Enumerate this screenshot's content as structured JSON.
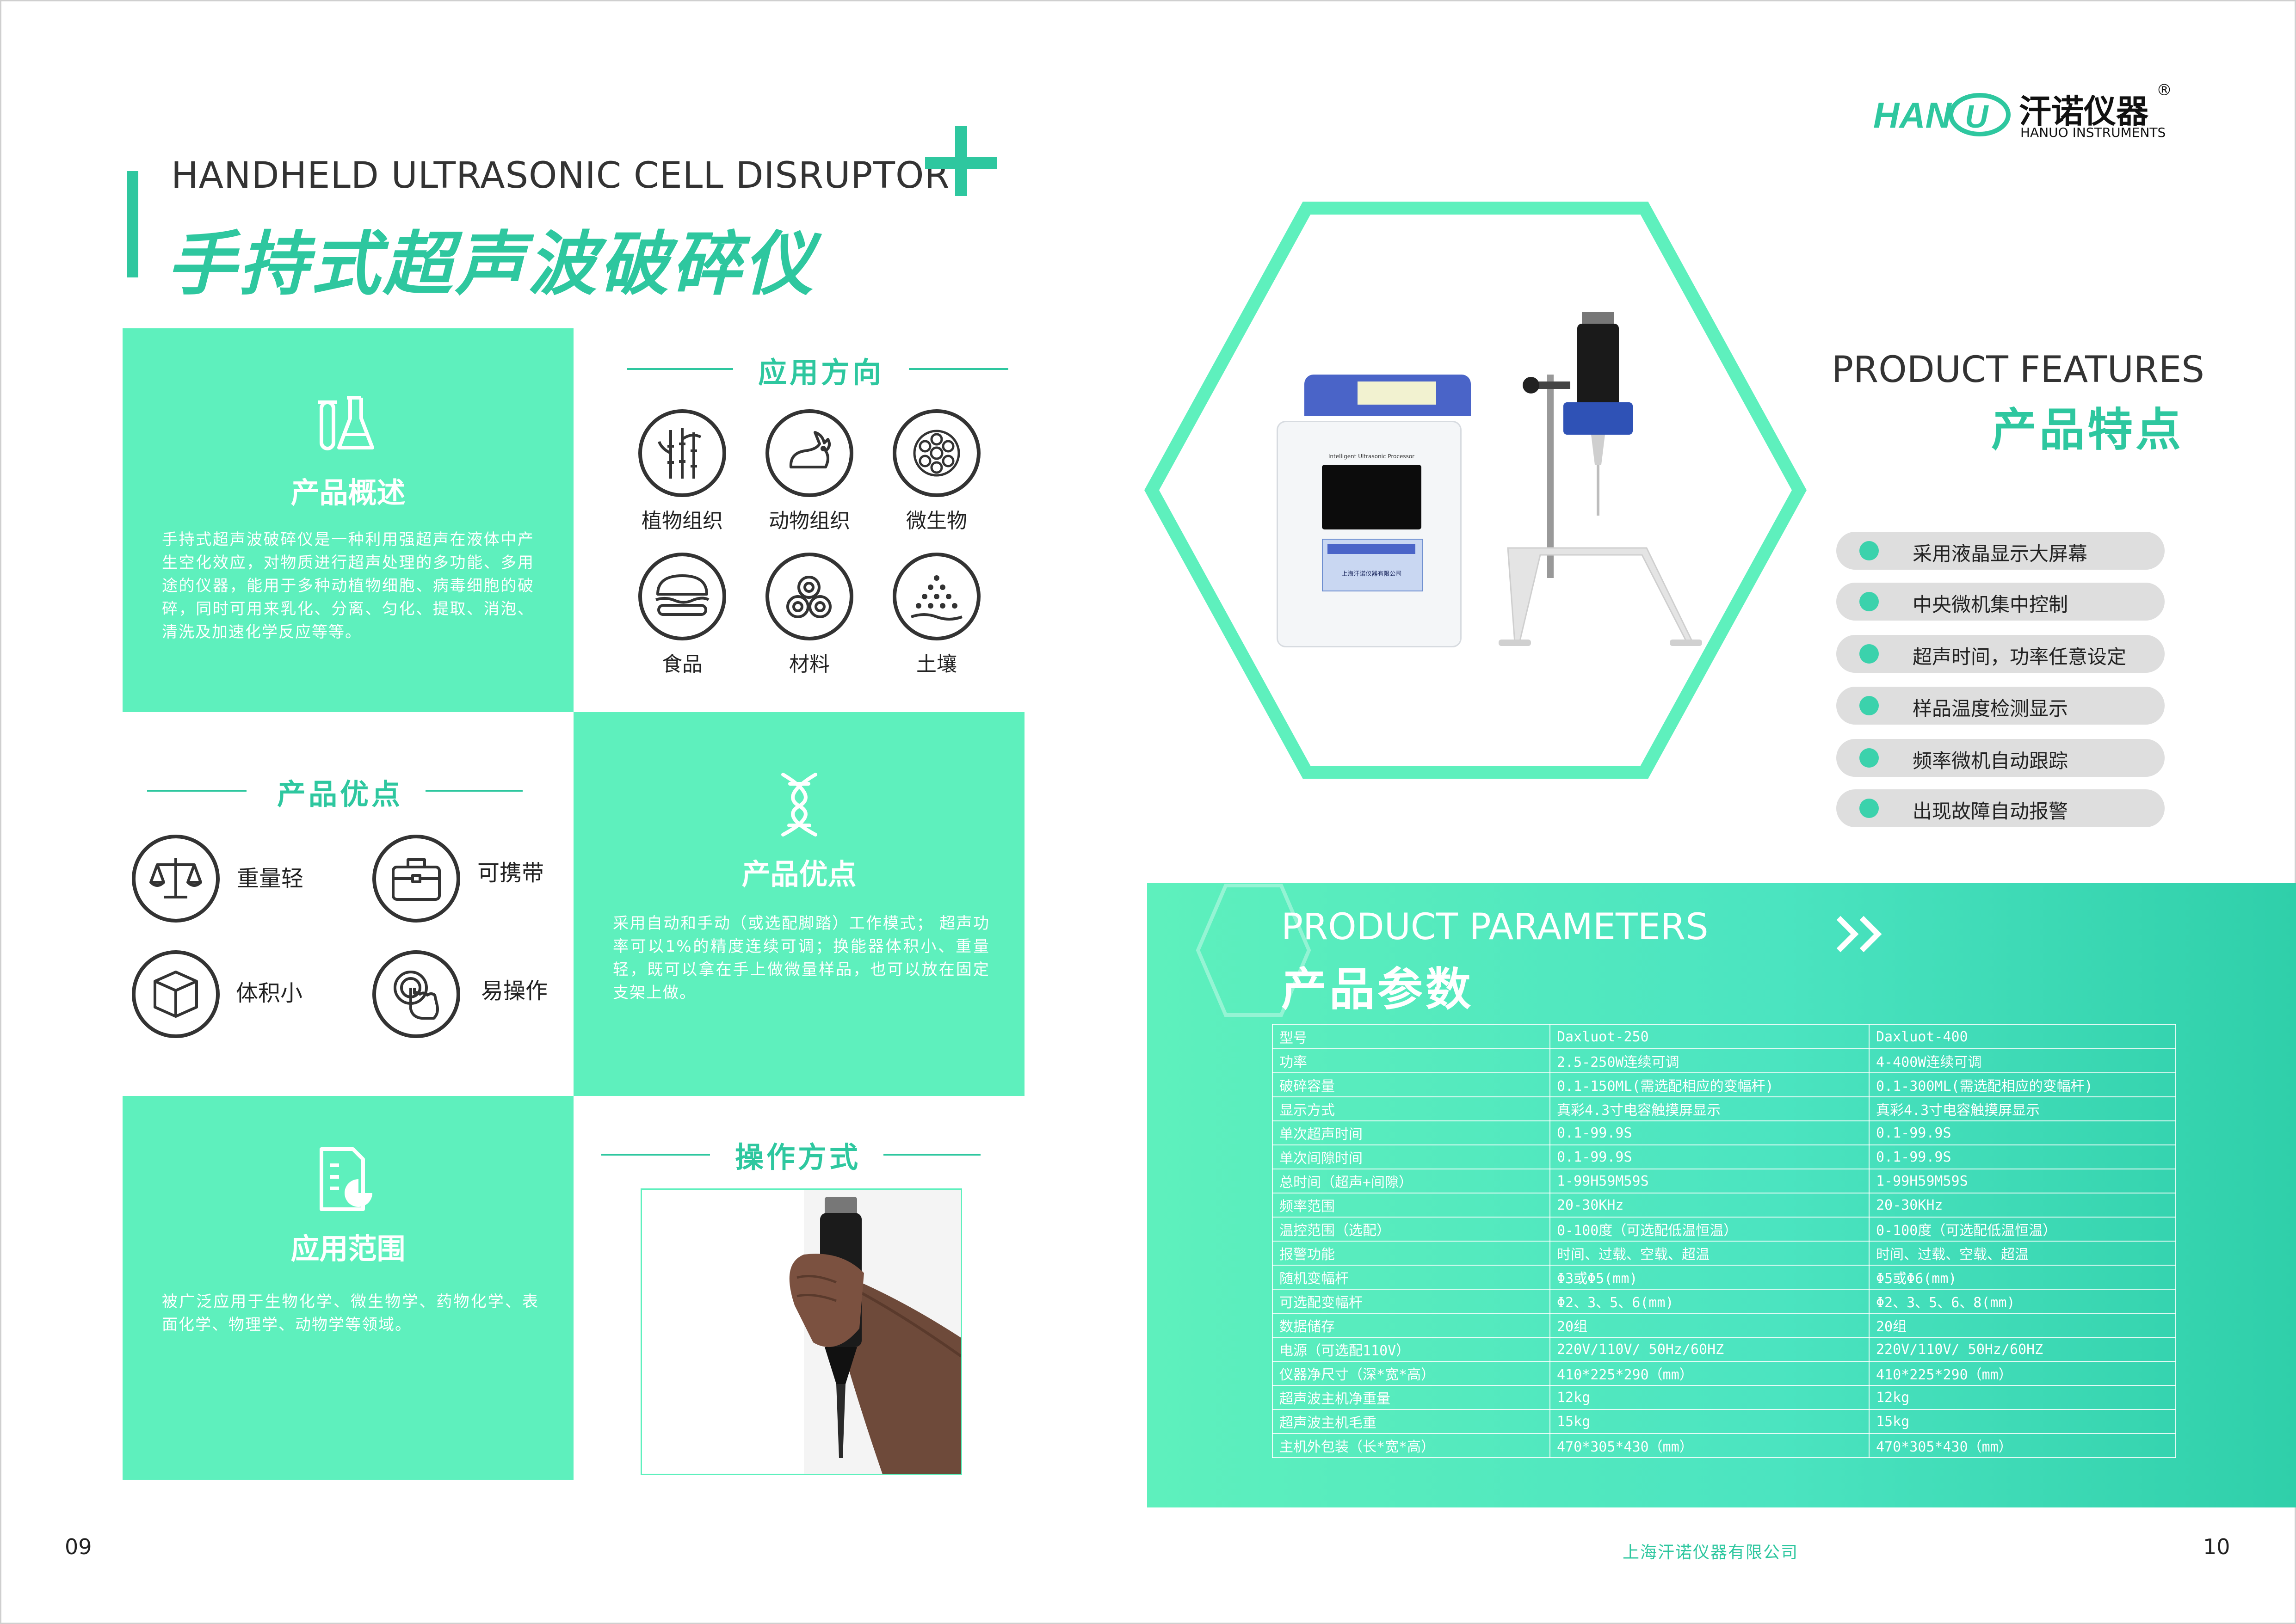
{
  "header": {
    "title_en": "HANDHELD ULTRASONIC CELL DISRUPTOR",
    "title_cn": "手持式超声波破碎仪"
  },
  "logo": {
    "mark": "HANU",
    "name_cn": "汗诺仪器",
    "registered": "®",
    "name_en": "HANUO INSTRUMENTS"
  },
  "overview": {
    "title": "产品概述",
    "icon": "flask-icon",
    "text": "手持式超声波破碎仪是一种利用强超声在液体中产生空化效应，对物质进行超声处理的多功能、多用途的仪器，能用于多种动植物细胞、病毒细胞的破碎，同时可用来乳化、分离、匀化、提取、消泡、清洗及加速化学反应等等。"
  },
  "applications": {
    "heading": "应用方向",
    "items": [
      {
        "label": "植物组织",
        "icon": "bamboo-icon"
      },
      {
        "label": "动物组织",
        "icon": "rabbit-icon"
      },
      {
        "label": "微生物",
        "icon": "microbe-icon"
      },
      {
        "label": "食品",
        "icon": "burger-icon"
      },
      {
        "label": "材料",
        "icon": "pipes-icon"
      },
      {
        "label": "土壤",
        "icon": "soil-icon"
      }
    ]
  },
  "advantages": {
    "heading": "产品优点",
    "items": [
      {
        "label": "重量轻",
        "icon": "scale-icon"
      },
      {
        "label": "可携带",
        "icon": "briefcase-icon"
      },
      {
        "label": "体积小",
        "icon": "cube-icon"
      },
      {
        "label": "易操作",
        "icon": "touch-icon"
      }
    ]
  },
  "advantages_block": {
    "title": "产品优点",
    "icon": "dna-icon",
    "text": "采用自动和手动（或选配脚踏）工作模式；  超声功率可以1%的精度连续可调；换能器体积小、重量轻，既可以拿在手上做微量样品，也可以放在固定支架上做。"
  },
  "scope": {
    "title": "应用范围",
    "icon": "report-icon",
    "text": "被广泛应用于生物化学、微生物学、药物化学、表面化学、物理学、动物学等领域。"
  },
  "operation": {
    "heading": "操作方式",
    "image": "handheld-probe-photo"
  },
  "product_image": {
    "device_label": "Intelligent Ultrasonic Processor",
    "device_company": "上海汗诺仪器有限公司"
  },
  "features": {
    "title_en": "PRODUCT FEATURES",
    "title_cn": "产品特点",
    "items": [
      "采用液晶显示大屏幕",
      "中央微机集中控制",
      "超声时间，功率任意设定",
      "样品温度检测显示",
      "频率微机自动跟踪",
      "出现故障自动报警"
    ]
  },
  "parameters": {
    "title_en": "PRODUCT PARAMETERS",
    "title_cn": "产品参数",
    "arrow": "double-chevron-right-icon",
    "rows": [
      [
        "型号",
        "Daxluot-250",
        "Daxluot-400"
      ],
      [
        "功率",
        "2.5-250W连续可调",
        "4-400W连续可调"
      ],
      [
        "破碎容量",
        "0.1-150ML(需选配相应的变幅杆)",
        "0.1-300ML(需选配相应的变幅杆)"
      ],
      [
        "显示方式",
        "真彩4.3寸电容触摸屏显示",
        "真彩4.3寸电容触摸屏显示"
      ],
      [
        "单次超声时间",
        "0.1-99.9S",
        "0.1-99.9S"
      ],
      [
        "单次间隙时间",
        "0.1-99.9S",
        "0.1-99.9S"
      ],
      [
        "总时间（超声+间隙）",
        "1-99H59M59S",
        "1-99H59M59S"
      ],
      [
        "频率范围",
        "20-30KHz",
        "20-30KHz"
      ],
      [
        "温控范围（选配）",
        "0-100度（可选配低温恒温）",
        "0-100度（可选配低温恒温）"
      ],
      [
        "报警功能",
        "时间、过载、空载、超温",
        "时间、过载、空载、超温"
      ],
      [
        "随机变幅杆",
        "Φ3或Φ5(mm)",
        "Φ5或Φ6(mm)"
      ],
      [
        "可选配变幅杆",
        "Φ2、3、5、6(mm)",
        "Φ2、3、5、6、8(mm)"
      ],
      [
        "数据储存",
        "20组",
        "20组"
      ],
      [
        "电源（可选配110V）",
        "220V/110V/ 50Hz/60HZ",
        "220V/110V/ 50Hz/60HZ"
      ],
      [
        "仪器净尺寸（深*宽*高）",
        "410*225*290（mm）",
        "410*225*290（mm）"
      ],
      [
        "超声波主机净重量",
        "12kg",
        "12kg"
      ],
      [
        "超声波主机毛重",
        "15kg",
        "15kg"
      ],
      [
        "主机外包装（长*宽*高）",
        "470*305*430（mm）",
        "470*305*430（mm）"
      ]
    ]
  },
  "footer": {
    "page_left": "09",
    "page_right": "10",
    "company": "上海汗诺仪器有限公司"
  }
}
